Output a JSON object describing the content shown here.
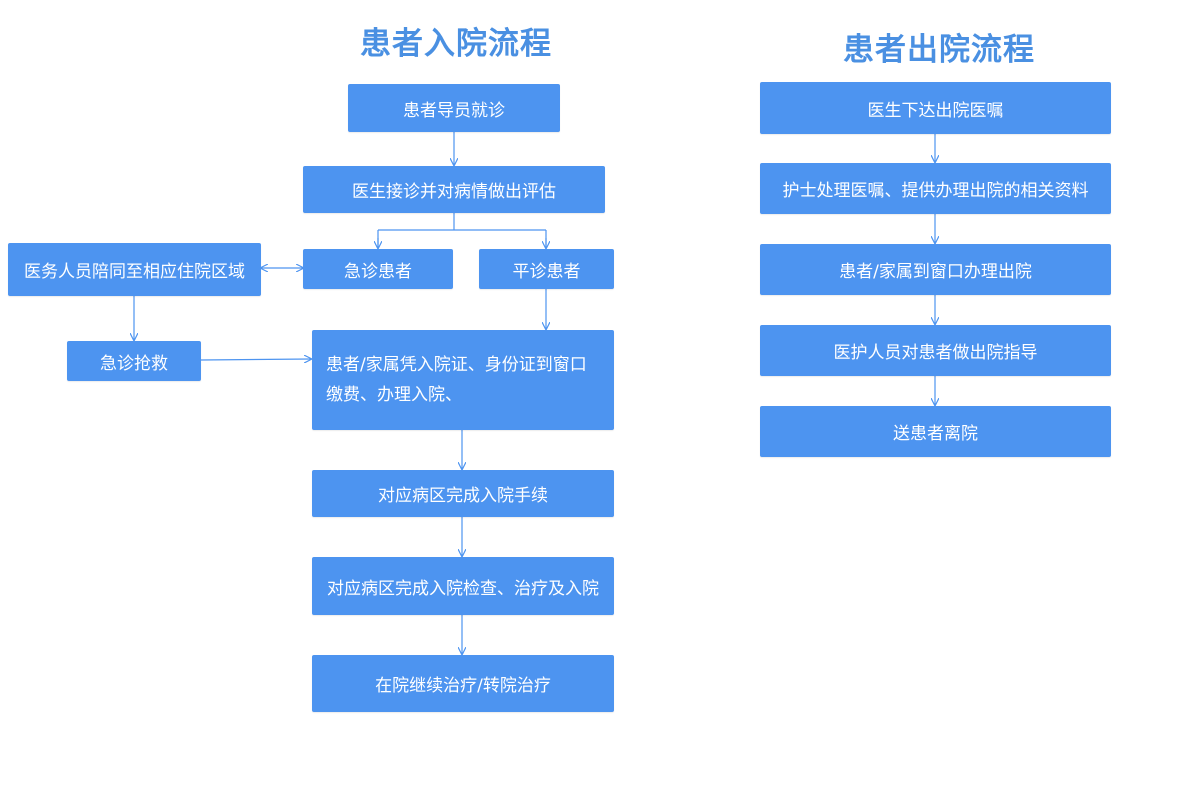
{
  "admission": {
    "title": "患者入院流程",
    "steps": {
      "guide": "患者导员就诊",
      "assess": "医生接诊并对病情做出评估",
      "emergency": "急诊患者",
      "regular": "平诊患者",
      "escort": "医务人员陪同至相应住院区域",
      "rescue": "急诊抢救",
      "payment": "患者/家属凭入院证、身份证到窗口缴费、办理入院、",
      "ward_procedure": "对应病区完成入院手续",
      "ward_exam": "对应病区完成入院检查、治疗及入院",
      "continue": "在院继续治疗/转院治疗"
    }
  },
  "discharge": {
    "title": "患者出院流程",
    "steps": [
      "医生下达出院医嘱",
      "护士处理医嘱、提供办理出院的相关资料",
      "患者/家属到窗口办理出院",
      "医护人员对患者做出院指导",
      "送患者离院"
    ]
  },
  "colors": {
    "title": "#4a90e2",
    "node_fill": "#4d94f0",
    "node_text": "#ffffff",
    "connector": "#4d94f0"
  }
}
